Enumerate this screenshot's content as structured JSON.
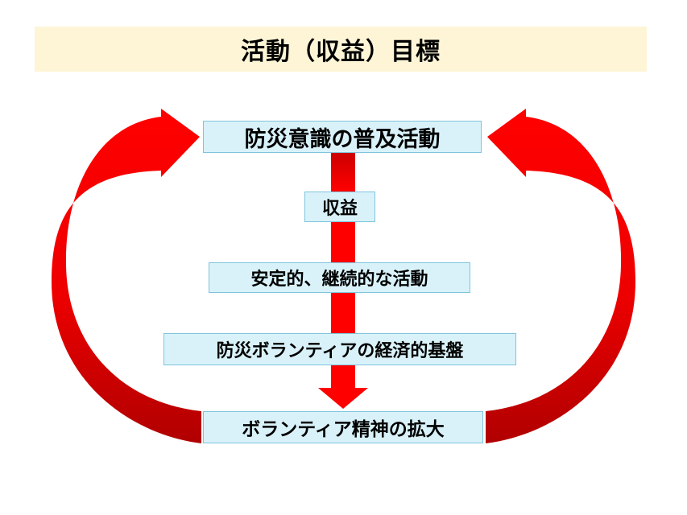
{
  "title": "活動（収益）目標",
  "boxes": {
    "top": "防災意識の普及活動",
    "revenue": "収益",
    "stable": "安定的、継続的な活動",
    "foundation": "防災ボランティアの経済的基盤",
    "bottom": "ボランティア精神の拡大"
  },
  "colors": {
    "title_background": "#fdf5d6",
    "box_background": "#d9f2fa",
    "arrow_red": "#ff0000",
    "arrow_dark_red": "#c00000"
  }
}
